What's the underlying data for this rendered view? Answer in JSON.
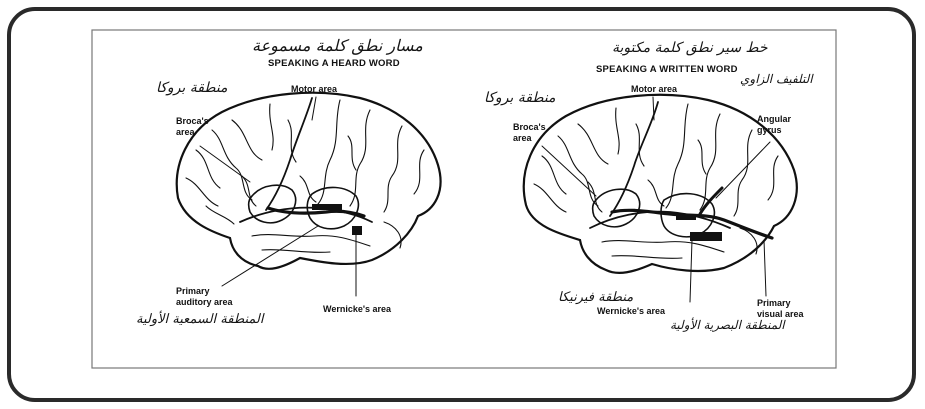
{
  "left_panel": {
    "arabic_title": "مسار نطق كلمة مسموعة",
    "title": "SPEAKING A HEARD WORD",
    "arabic_broca": "منطقة بروكا",
    "labels": {
      "motor": "Motor area",
      "broca_1": "Broca's",
      "broca_2": "area",
      "primary_1": "Primary",
      "primary_2": "auditory area",
      "wernicke": "Wernicke's area"
    },
    "arabic_auditory": "المنطقة السمعية الأولية"
  },
  "right_panel": {
    "arabic_title": "خط سير نطق كلمة مكتوبة",
    "title": "SPEAKING A WRITTEN WORD",
    "arabic_broca": "منطقة بروكا",
    "arabic_angular": "التلفيف الزاوي",
    "labels": {
      "motor": "Motor area",
      "broca_1": "Broca's",
      "broca_2": "area",
      "angular_1": "Angular",
      "angular_2": "gyrus",
      "primary_1": "Primary",
      "primary_2": "visual area",
      "wernicke": "Wernicke's area"
    },
    "arabic_wernicke": "منطقة فيرنيكا",
    "arabic_visual": "المنطقة البصرية الأولية"
  },
  "colors": {
    "frame": "#2a2a2a",
    "ink": "#111111",
    "background": "#ffffff"
  }
}
